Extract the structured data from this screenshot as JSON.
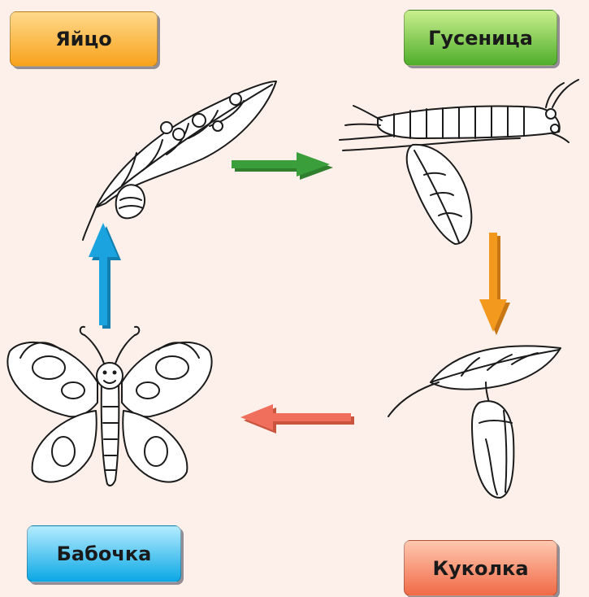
{
  "stages": {
    "egg": "Яйцо",
    "caterpillar": "Гусеница",
    "pupa": "Куколка",
    "butterfly": "Бабочка"
  },
  "colors": {
    "background": "#fdf0ea",
    "egg_label": "#f7a21b",
    "caterpillar_label": "#4fae2a",
    "butterfly_label": "#0aa7e4",
    "pupa_label": "#f06a46",
    "arrow_egg_to_caterpillar": "#3a9e3a",
    "arrow_caterpillar_to_pupa": "#f39a1e",
    "arrow_pupa_to_butterfly": "#ef6f5c",
    "arrow_butterfly_to_egg": "#1aa3df"
  }
}
